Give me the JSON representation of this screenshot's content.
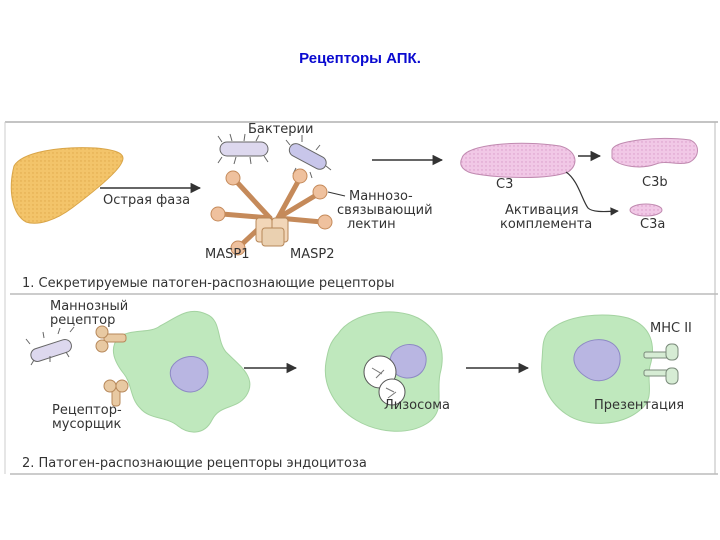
{
  "slide": {
    "title": "Рецепторы АПК."
  },
  "panel1": {
    "bacteria": "Бактерии",
    "acute_phase": "Острая фаза",
    "mbl_line1": "Маннозо-",
    "mbl_line2": "связывающий",
    "mbl_line3": "лектин",
    "masp1": "MASP1",
    "masp2": "MASP2",
    "c3": "C3",
    "c3b": "C3b",
    "c3a": "C3a",
    "activation_line1": "Активация",
    "activation_line2": "комплемента",
    "caption": "1. Секретируемые патоген-распознающие рецепторы"
  },
  "panel2": {
    "mannose_line1": "Маннозный",
    "mannose_line2": "рецептор",
    "scavenger_line1": "Рецептор-",
    "scavenger_line2": "мусорщик",
    "lysosome": "Лизосома",
    "mhc": "MHC II",
    "presentation": "Презентация",
    "caption": "2. Патоген-распознающие рецепторы эндоцитоза"
  },
  "colors": {
    "title": "#0a0ad0",
    "liver": "#f3c46a",
    "cell": "#bfe8bd",
    "nucleus": "#b9b6e2",
    "complement": "#efc3e3",
    "lectin": "#efc19e",
    "rule": "#888888"
  }
}
